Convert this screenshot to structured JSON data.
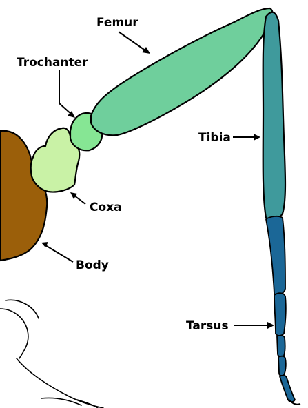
{
  "labels": {
    "femur": "Femur",
    "trochanter": "Trochanter",
    "tibia": "Tibia",
    "coxa": "Coxa",
    "body": "Body",
    "tarsus": "Tarsus"
  },
  "colors": {
    "body": "#9b5f0a",
    "coxa": "#c9f2a6",
    "trochanter": "#86e694",
    "femur": "#6fcf9c",
    "tibia": "#3f9a9c",
    "tarsus": "#1b6797",
    "outline": "#000000"
  }
}
